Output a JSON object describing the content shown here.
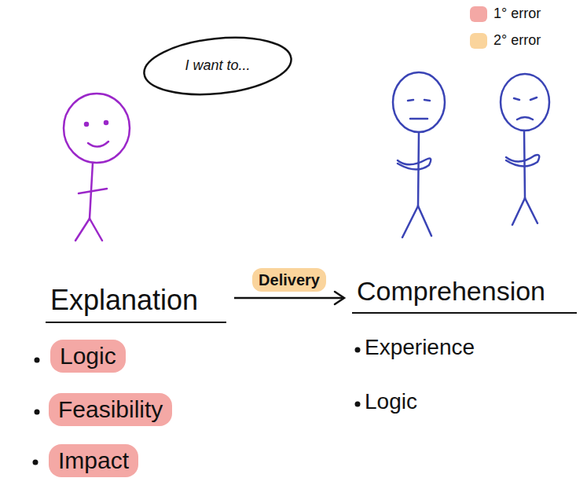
{
  "diagram": {
    "nodes": [
      {
        "text": [
          "I want to..."
        ]
      },
      {
        "text": [
          "Explanation"
        ]
      },
      {
        "text": [
          "Comprehension"
        ]
      },
      {
        "text": [
          "Logic"
        ]
      },
      {
        "text": [
          "Feasibility"
        ]
      },
      {
        "text": [
          "Impact"
        ]
      }
    ],
    "edges": [
      {
        "from": 1,
        "to": 2,
        "label": "Delivery",
        "arrow": "to"
      }
    ],
    "labels": [
      "Experience",
      "Logic"
    ],
    "legend": [
      {
        "text": "1° error",
        "color": "#f4a8a5"
      },
      {
        "text": "2° error",
        "color": "#fad49c"
      }
    ]
  }
}
